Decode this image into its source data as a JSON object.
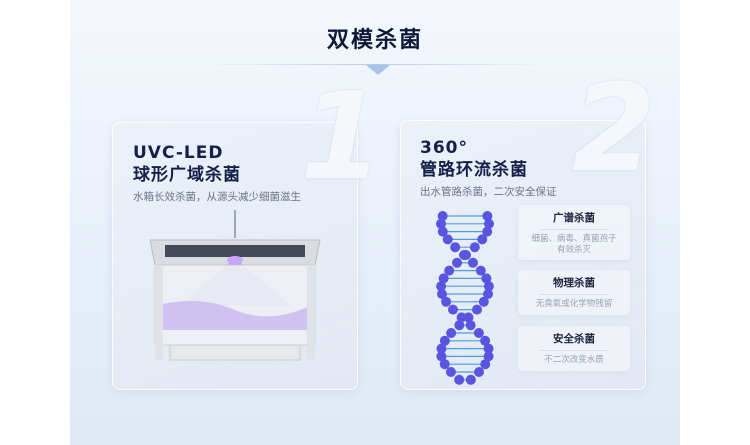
{
  "title": "双模杀菌",
  "cards": [
    {
      "number": "1",
      "heading1": "UVC-LED",
      "heading2": "球形广域杀菌",
      "subtitle": "水箱长效杀菌，从源头减少细菌滋生"
    },
    {
      "number": "2",
      "heading1": "360°",
      "heading2": "管路环流杀菌",
      "subtitle": "出水管路杀菌，二次安全保证",
      "features": [
        {
          "title": "广谱杀菌",
          "desc1": "细菌、病毒、真菌孢子",
          "desc2": "有效杀灭"
        },
        {
          "title": "物理杀菌",
          "desc1": "无臭氧或化学物残留"
        },
        {
          "title": "安全杀菌",
          "desc1": "不二次改变水质"
        }
      ]
    }
  ],
  "colors": {
    "uv_light": "#9b5cf0",
    "dna": "#5a55e0",
    "dna_bond": "#4a9ee0",
    "heading": "#14204a"
  }
}
